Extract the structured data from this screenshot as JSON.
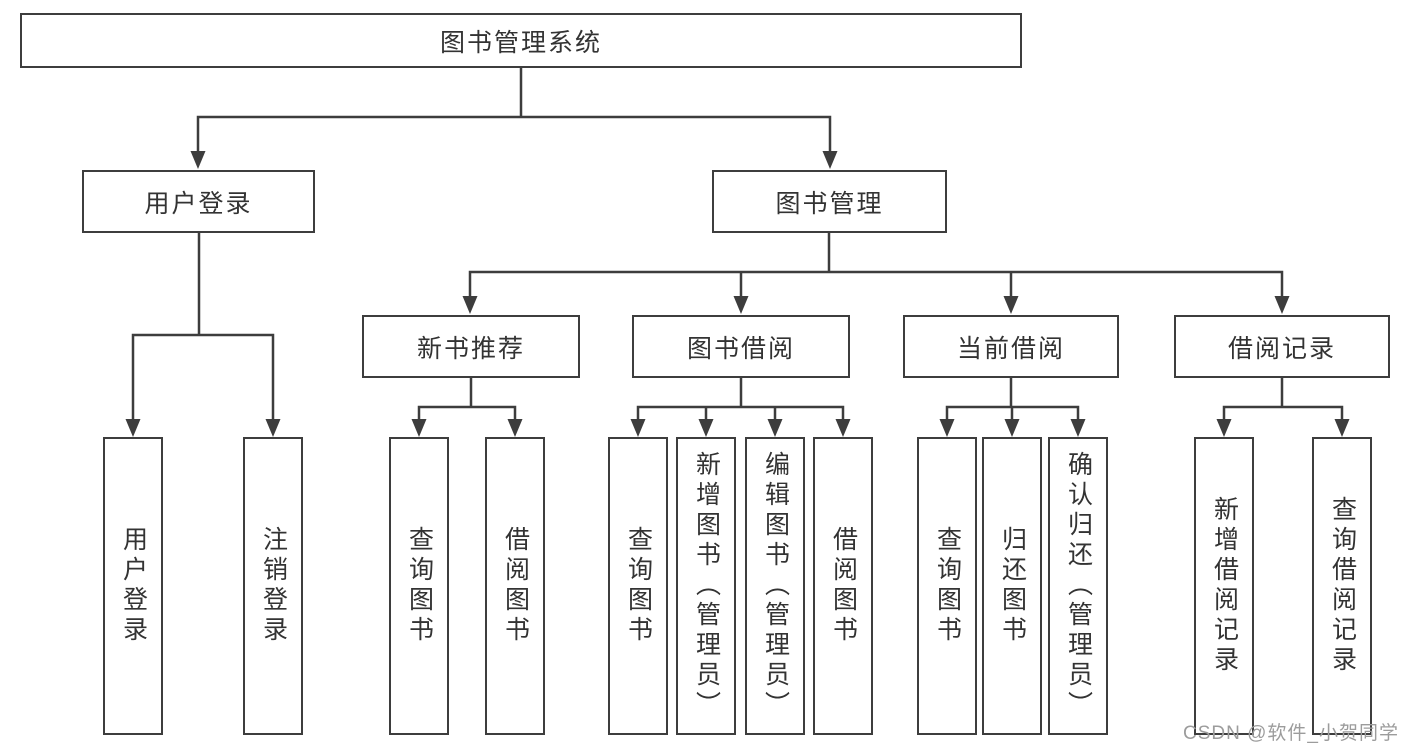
{
  "diagram": {
    "root": {
      "label": "图书管理系统"
    },
    "level2": [
      {
        "label": "用户登录",
        "children": [
          {
            "label": "用户登录"
          },
          {
            "label": "注销登录"
          }
        ]
      },
      {
        "label": "图书管理",
        "children": [
          {
            "label": "新书推荐",
            "children": [
              {
                "label": "查询图书"
              },
              {
                "label": "借阅图书"
              }
            ]
          },
          {
            "label": "图书借阅",
            "children": [
              {
                "label": "查询图书"
              },
              {
                "label": "新增图书（管理员）"
              },
              {
                "label": "编辑图书（管理员）"
              },
              {
                "label": "借阅图书"
              }
            ]
          },
          {
            "label": "当前借阅",
            "children": [
              {
                "label": "查询图书"
              },
              {
                "label": "归还图书"
              },
              {
                "label": "确认归还（管理员）"
              }
            ]
          },
          {
            "label": "借阅记录",
            "children": [
              {
                "label": "新增借阅记录"
              },
              {
                "label": "查询借阅记录"
              }
            ]
          }
        ]
      }
    ]
  },
  "watermark": {
    "text": "CSDN @软件_小贺同学"
  },
  "colors": {
    "line": "#3d3d3d",
    "text": "#333333",
    "background": "#ffffff",
    "watermark": "#9c9c9c"
  }
}
